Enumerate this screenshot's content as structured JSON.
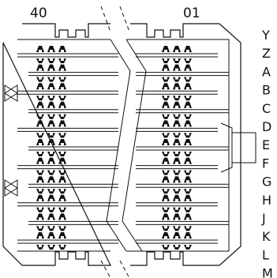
{
  "diagram": {
    "pin_labels": {
      "left": "40",
      "right": "01"
    },
    "row_labels": [
      "Y",
      "Z",
      "A",
      "B",
      "C",
      "D",
      "E",
      "F",
      "G",
      "H",
      "J",
      "K",
      "L",
      "M"
    ],
    "pin_rows": 11,
    "pins_per_group": 3
  }
}
